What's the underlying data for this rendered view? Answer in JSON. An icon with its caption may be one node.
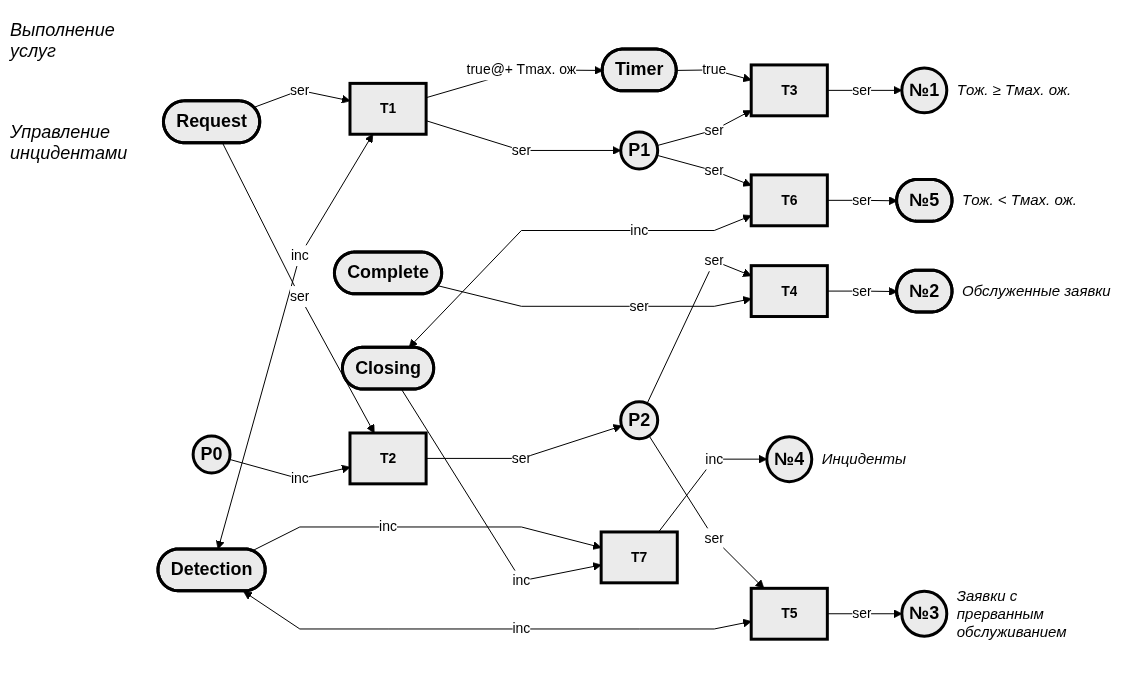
{
  "diagram": {
    "nodes": [
      {
        "text": [
          "Request"
        ]
      },
      {
        "text": [
          "T1"
        ]
      },
      {
        "text": [
          "Timer"
        ]
      },
      {
        "text": [
          "T3"
        ]
      },
      {
        "text": [
          "№1"
        ],
        "beside": [
          "Tож. ≥ Tмах. ож."
        ]
      },
      {
        "text": [
          "P0"
        ]
      },
      {
        "text": [
          "P1"
        ]
      },
      {
        "text": [
          "T2"
        ]
      },
      {
        "text": [
          "P2"
        ]
      },
      {
        "text": [
          "T4"
        ]
      },
      {
        "text": [
          "№2"
        ],
        "beside": [
          "Обслуженные заявки"
        ]
      },
      {
        "text": [
          "Complete"
        ]
      },
      {
        "text": [
          "T5"
        ]
      },
      {
        "text": [
          "Detection"
        ]
      },
      {
        "text": [
          "№3"
        ],
        "beside": [
          "Заявки с прерванным обслуживанием"
        ]
      },
      {
        "text": [
          "T7"
        ]
      },
      {
        "text": [
          "№4"
        ],
        "beside": [
          "Инциденты"
        ]
      },
      {
        "text": [
          "Closing"
        ]
      },
      {
        "text": [
          "T6"
        ]
      },
      {
        "text": [
          "№5"
        ],
        "beside": [
          "Tож. < Tмах. ож."
        ]
      }
    ],
    "edges": [
      {
        "from": 0,
        "to": 1,
        "arrow": "to",
        "label": "ser"
      },
      {
        "from": 0,
        "to": 7,
        "arrow": "to",
        "label": "ser"
      },
      {
        "from": 5,
        "to": 7,
        "arrow": "to",
        "label": "inc"
      },
      {
        "from": 1,
        "to": 2,
        "arrow": "to",
        "label": "true@+ Tmax. ож"
      },
      {
        "from": 1,
        "to": 6,
        "arrow": "to",
        "label": "ser"
      },
      {
        "from": 13,
        "to": 1,
        "arrow": "both",
        "label": "inc"
      },
      {
        "from": 2,
        "to": 3,
        "arrow": "to",
        "label": "true"
      },
      {
        "from": 6,
        "to": 3,
        "arrow": "to",
        "label": "ser"
      },
      {
        "from": 3,
        "to": 4,
        "arrow": "to",
        "label": "ser"
      },
      {
        "from": 7,
        "to": 8,
        "arrow": "to",
        "label": "ser"
      },
      {
        "from": 8,
        "to": 9,
        "arrow": "to",
        "label": "ser"
      },
      {
        "from": 11,
        "to": 9,
        "arrow": "to",
        "label": "ser"
      },
      {
        "from": 9,
        "to": 10,
        "arrow": "to",
        "label": "ser"
      },
      {
        "from": 8,
        "to": 12,
        "arrow": "to",
        "label": "ser"
      },
      {
        "from": 13,
        "to": 12,
        "arrow": "both",
        "label": "inc"
      },
      {
        "from": 12,
        "to": 14,
        "arrow": "to",
        "label": "ser"
      },
      {
        "from": 13,
        "to": 15,
        "arrow": "to",
        "label": "inc"
      },
      {
        "from": 17,
        "to": 15,
        "arrow": "to",
        "label": "inc"
      },
      {
        "from": 15,
        "to": 16,
        "arrow": "to",
        "label": "inc"
      },
      {
        "from": 6,
        "to": 18,
        "arrow": "to",
        "label": "ser"
      },
      {
        "from": 17,
        "to": 18,
        "arrow": "both",
        "label": "inc"
      },
      {
        "from": 18,
        "to": 19,
        "arrow": "to",
        "label": "ser"
      }
    ],
    "labels": [
      "Выполнение услуг",
      "Управление инцидентами"
    ]
  }
}
